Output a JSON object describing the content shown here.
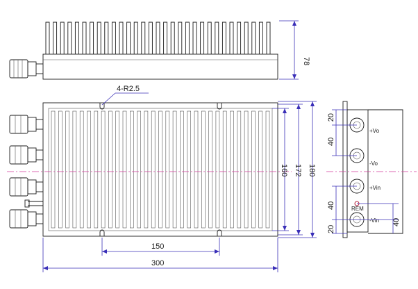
{
  "labels": {
    "radius_note": "4-R2.5",
    "dim_height_78": "78",
    "dim_160": "160",
    "dim_172": "172",
    "dim_180": "180",
    "dim_150": "150",
    "dim_300": "300",
    "side_20_top": "20",
    "side_40_top": "40",
    "side_40_mid": "40",
    "side_20_bottom": "20",
    "side_40_right": "40",
    "pin_pos_vo": "+Vo",
    "pin_neg_vo": "-Vo",
    "pin_pos_vin": "+Vin",
    "pin_neg_vin": "-Vin",
    "pin_rem": "REM"
  },
  "colors": {
    "outline": "#1a1a1a",
    "dimension": "#3a2fb8",
    "centerline": "#d33a9a",
    "rem_marker": "#b5223a"
  }
}
